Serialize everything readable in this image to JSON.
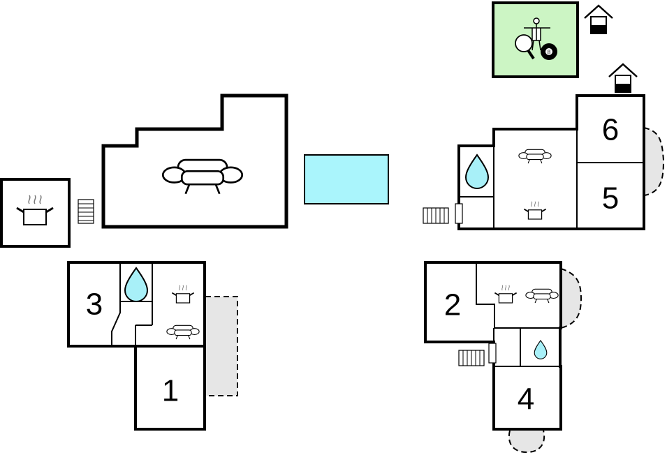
{
  "rooms": {
    "room_1": "1",
    "room_2": "2",
    "room_3": "3",
    "room_4": "4",
    "room_5": "5",
    "room_6": "6",
    "billiard_ball": "8"
  },
  "colors": {
    "wall": "#000000",
    "water": "#a8f0f8",
    "pool": "#aaf5fc",
    "activity_room": "#ccf5c4",
    "terrace": "#e6e6e6",
    "background": "#ffffff"
  },
  "icons": [
    "cooking-pot-icon",
    "sofa-icon",
    "water-drop-icon",
    "stairs-icon",
    "pool",
    "terrace-area",
    "house-entrance-icon",
    "table-tennis-icon",
    "fitness-icon",
    "billiard-ball-icon"
  ]
}
